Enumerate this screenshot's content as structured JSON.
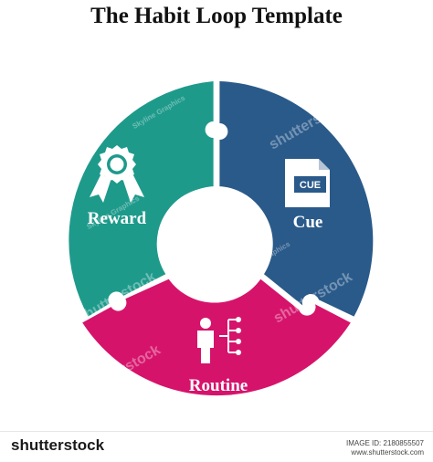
{
  "title": "The Habit Loop Template",
  "segments": [
    {
      "label": "Reward",
      "icon": "award-ribbon-icon",
      "color": "#1e9a8b"
    },
    {
      "label": "Cue",
      "icon": "document-icon",
      "color": "#2a5a8a"
    },
    {
      "label": "Routine",
      "icon": "person-network-icon",
      "color": "#d6136b"
    }
  ],
  "cue_card_text": "CUE",
  "watermarks": {
    "brand": "shutterstock",
    "author": "Skyline Graphics"
  },
  "footer": {
    "logo": "shutterstock",
    "image_id": "IMAGE ID: 2180855507",
    "site": "www.shutterstock.com"
  }
}
